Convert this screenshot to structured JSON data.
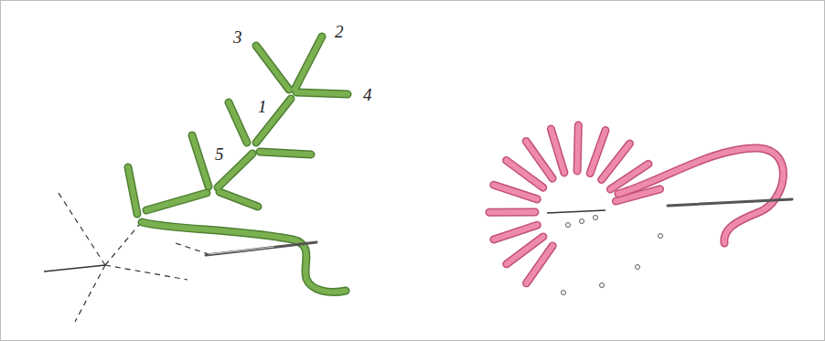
{
  "diagram": {
    "labels": [
      "3",
      "2",
      "1",
      "4",
      "5"
    ]
  }
}
